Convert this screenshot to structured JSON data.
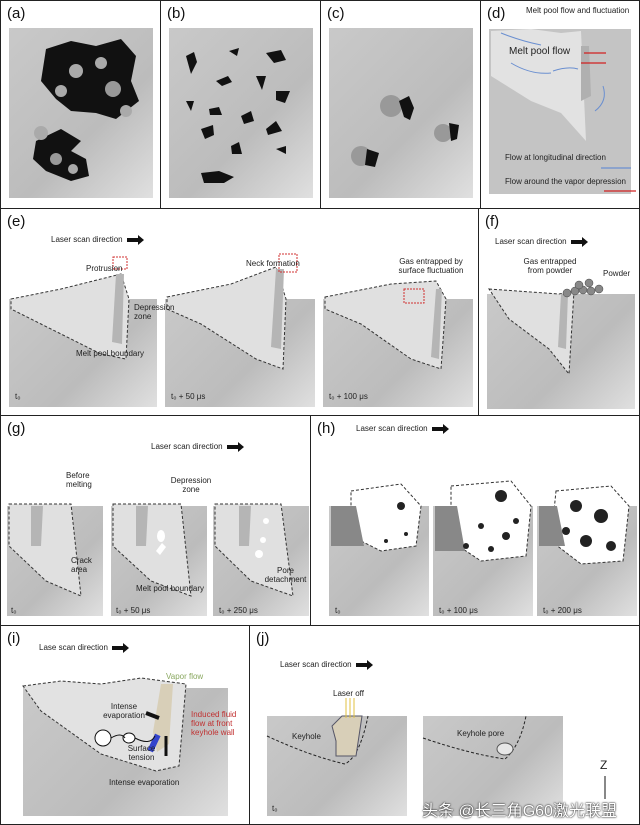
{
  "panels": {
    "a": {
      "label": "(a)"
    },
    "b": {
      "label": "(b)"
    },
    "c": {
      "label": "(c)"
    },
    "d": {
      "label": "(d)",
      "top_note": "Melt pool flow and fluctuation",
      "flow": "Melt pool flow",
      "legend_long": "Flow at longitudinal direction",
      "legend_vapor": "Flow around the vapor depression",
      "colors": {
        "long": "#6a8fd0",
        "vapor": "#d02020"
      }
    },
    "e": {
      "label": "(e)",
      "scan": "Laser scan direction",
      "protrusion": "Protrusion",
      "depression": "Depression zone",
      "boundary": "Melt pool boundary",
      "neck": "Neck formation",
      "gas": "Gas entrapped by surface fluctuation",
      "times": [
        "t₀",
        "t₀ + 50 μs",
        "t₀ + 100 μs"
      ]
    },
    "f": {
      "label": "(f)",
      "scan": "Laser scan direction",
      "gas": "Gas entrapped from powder",
      "powder": "Powder"
    },
    "g": {
      "label": "(g)",
      "scan": "Laser scan direction",
      "before": "Before melting",
      "crack": "Crack area",
      "depression": "Depression zone",
      "boundary": "Melt pool boundary",
      "pore": "Pore detachment",
      "times": [
        "t₀",
        "t₀ + 50 μs",
        "t₀ + 250 μs"
      ]
    },
    "h": {
      "label": "(h)",
      "scan": "Laser scan direction",
      "times": [
        "t₀",
        "t₀ + 100 μs",
        "t₀ + 200 μs"
      ]
    },
    "i": {
      "label": "(i)",
      "scan": "Lase scan direction",
      "vapor": "Vapor flow",
      "intense1": "Intense evaporation",
      "induced": "Induced fluid flow at front keyhole wall",
      "surface": "Surface tension",
      "intense2": "Intense evaporation"
    },
    "j": {
      "label": "(j)",
      "scan": "Laser scan direction",
      "laser_off": "Laser off",
      "keyhole": "Keyhole",
      "pore": "Keyhole pore",
      "t0": "t₀",
      "axis": "Z"
    }
  },
  "watermark": "头条 @长三角G60激光联盟"
}
